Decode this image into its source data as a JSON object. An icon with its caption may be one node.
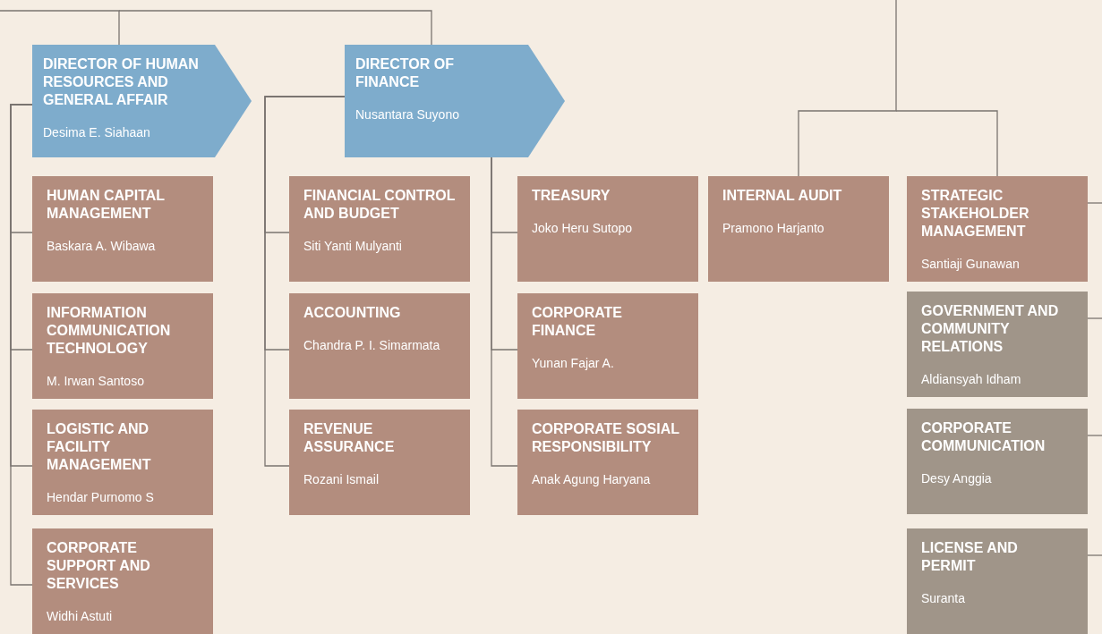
{
  "diagram": {
    "nodes": [
      {
        "text": [
          "DIRECTOR OF HUMAN RESOURCES AND GENERAL AFFAIR",
          "Desima E. Siahaan"
        ]
      },
      {
        "text": [
          "DIRECTOR OF FINANCE",
          "Nusantara Suyono"
        ]
      },
      {
        "text": [
          "HUMAN CAPITAL MANAGEMENT",
          "Baskara A. Wibawa"
        ]
      },
      {
        "text": [
          "INFORMATION COMMUNICATION TECHNOLOGY",
          "M. Irwan Santoso"
        ]
      },
      {
        "text": [
          "LOGISTIC AND FACILITY MANAGEMENT",
          "Hendar Purnomo S"
        ]
      },
      {
        "text": [
          "CORPORATE SUPPORT AND SERVICES",
          "Widhi Astuti"
        ]
      },
      {
        "text": [
          "FINANCIAL CONTROL AND BUDGET",
          "Siti Yanti Mulyanti"
        ]
      },
      {
        "text": [
          "ACCOUNTING",
          "Chandra P. I. Simarmata"
        ]
      },
      {
        "text": [
          "REVENUE ASSURANCE",
          "Rozani Ismail"
        ]
      },
      {
        "text": [
          "TREASURY",
          "Joko Heru Sutopo"
        ]
      },
      {
        "text": [
          "CORPORATE FINANCE",
          "Yunan Fajar A."
        ]
      },
      {
        "text": [
          "CORPORATE SOSIAL RESPONSIBILITY",
          "Anak Agung Haryana"
        ]
      },
      {
        "text": [
          "INTERNAL AUDIT",
          "Pramono Harjanto"
        ]
      },
      {
        "text": [
          "STRATEGIC STAKEHOLDER MANAGEMENT",
          "Santiaji Gunawan"
        ]
      },
      {
        "text": [
          "GOVERNMENT AND COMMUNITY RELATIONS",
          "Aldiansyah Idham"
        ]
      },
      {
        "text": [
          "CORPORATE COMMUNICATION",
          "Desy Anggia"
        ]
      },
      {
        "text": [
          "LICENSE AND PERMIT",
          "Suranta"
        ]
      }
    ],
    "edges": [
      {
        "from": null,
        "to": 0,
        "arrow": "none"
      },
      {
        "from": null,
        "to": 1,
        "arrow": "none"
      },
      {
        "from": null,
        "to": 12,
        "arrow": "none"
      },
      {
        "from": null,
        "to": 13,
        "arrow": "none"
      },
      {
        "from": 0,
        "to": 2,
        "arrow": "none"
      },
      {
        "from": 0,
        "to": 3,
        "arrow": "none"
      },
      {
        "from": 0,
        "to": 4,
        "arrow": "none"
      },
      {
        "from": 0,
        "to": 5,
        "arrow": "none"
      },
      {
        "from": 1,
        "to": 6,
        "arrow": "none"
      },
      {
        "from": 1,
        "to": 7,
        "arrow": "none"
      },
      {
        "from": 1,
        "to": 8,
        "arrow": "none"
      },
      {
        "from": 1,
        "to": 9,
        "arrow": "none"
      },
      {
        "from": 1,
        "to": 10,
        "arrow": "none"
      },
      {
        "from": 1,
        "to": 11,
        "arrow": "none"
      },
      {
        "from": 13,
        "to": null,
        "arrow": "none"
      },
      {
        "from": 14,
        "to": null,
        "arrow": "none"
      },
      {
        "from": 15,
        "to": null,
        "arrow": "none"
      },
      {
        "from": 16,
        "to": null,
        "arrow": "none"
      }
    ]
  }
}
